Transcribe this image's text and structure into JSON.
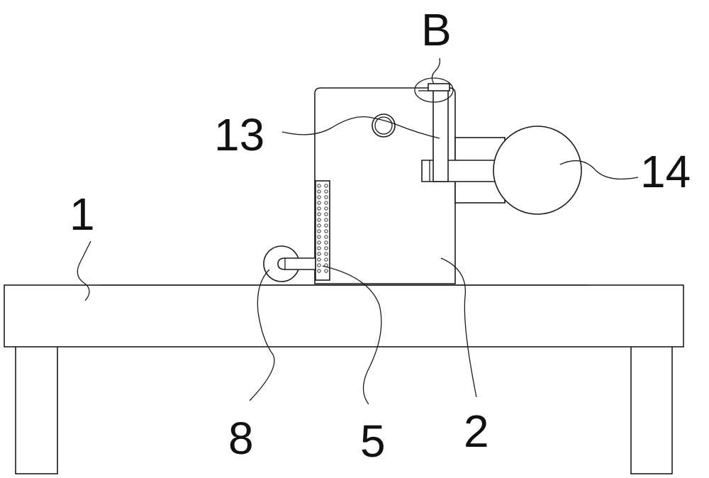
{
  "labels": {
    "table": "1",
    "housing": "2",
    "rack": "5",
    "wheel": "8",
    "roller": "13",
    "ball": "14",
    "detail": "B"
  },
  "colors": {
    "stroke": "#1a1a1a",
    "background": "#ffffff"
  }
}
